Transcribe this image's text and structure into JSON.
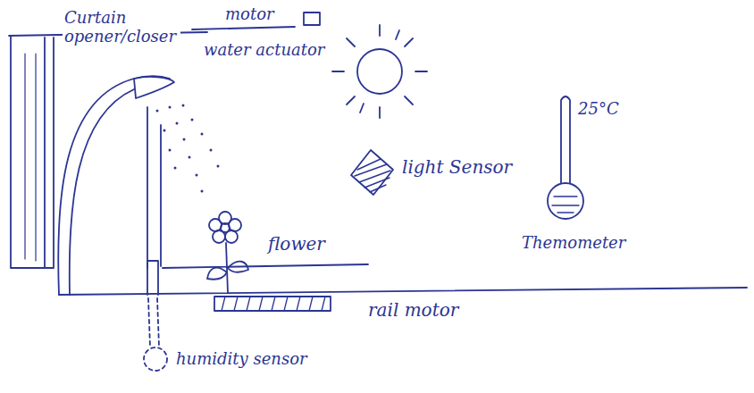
{
  "diagram": {
    "labels": [
      "Curtain opener/closer",
      "motor",
      "water actuator",
      "light Sensor",
      "25°C",
      "Themometer",
      "flower",
      "rail motor",
      "humidity sensor"
    ]
  }
}
